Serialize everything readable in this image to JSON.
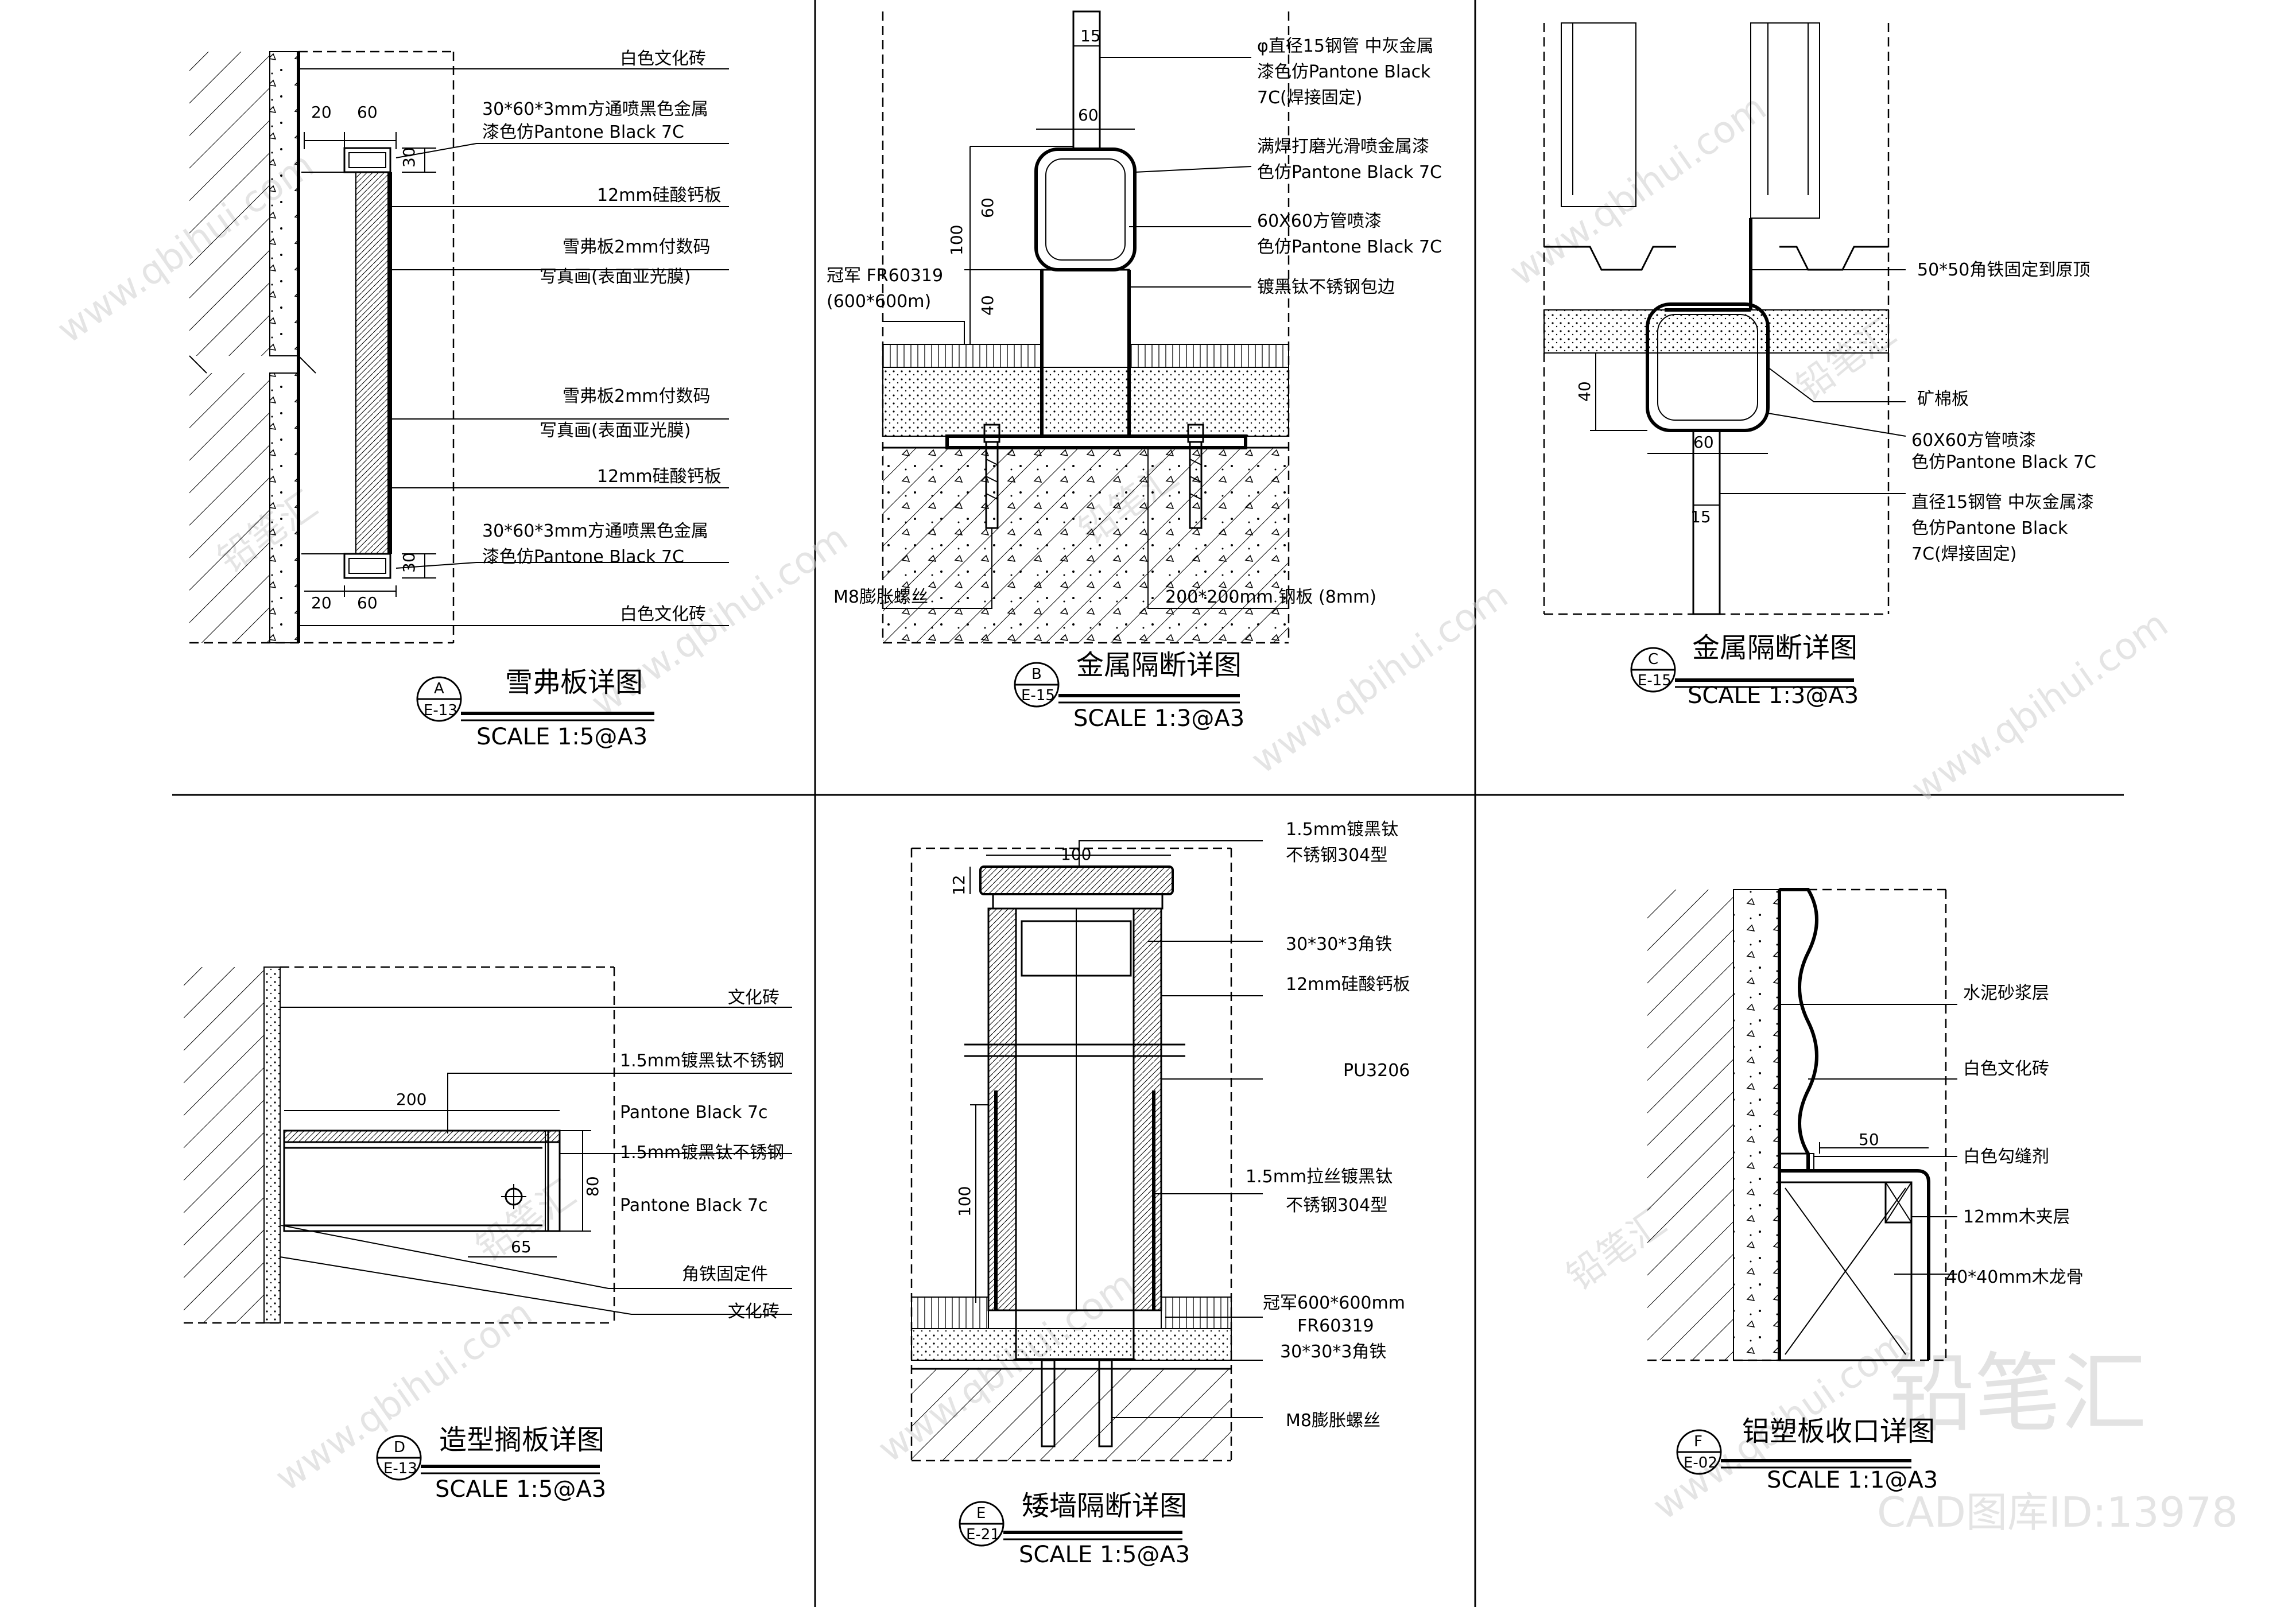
{
  "details": {
    "A": {
      "letter": "A",
      "sheet": "E-13",
      "title": "雪弗板详图",
      "scale": "SCALE 1:5@A3",
      "labels": [
        "白色文化砖",
        "30*60*3mm方通喷黑色金属",
        "漆色仿Pantone Black 7C",
        "12mm硅酸钙板",
        "雪弗板2mm付数码",
        "写真画(表面亚光膜)",
        "雪弗板2mm付数码",
        "写真画(表面亚光膜)",
        "12mm硅酸钙板",
        "30*60*3mm方通喷黑色金属",
        "漆色仿Pantone Black 7C",
        "白色文化砖"
      ],
      "dims": [
        "20",
        "60",
        "30",
        "30",
        "20",
        "60"
      ]
    },
    "B": {
      "letter": "B",
      "sheet": "E-15",
      "title": "金属隔断详图",
      "scale": "SCALE 1:3@A3",
      "labels": [
        "φ直径15钢管 中灰金属",
        "漆色仿Pantone Black",
        "7C(焊接固定)",
        "满焊打磨光滑喷金属漆",
        "色仿Pantone Black 7C",
        "60X60方管喷漆",
        "色仿Pantone Black 7C",
        "镀黑钛不锈钢包边",
        "冠军 FR60319",
        "(600*600m)",
        "M8膨胀螺丝",
        "200*200mm 钢板 (8mm)"
      ],
      "dims": [
        "15",
        "60",
        "100",
        "60",
        "40"
      ]
    },
    "C": {
      "letter": "C",
      "sheet": "E-15",
      "title": "金属隔断详图",
      "scale": "SCALE 1:3@A3",
      "labels": [
        "50*50角铁固定到原顶",
        "矿棉板",
        "60X60方管喷漆",
        "色仿Pantone Black 7C",
        "直径15钢管 中灰金属漆",
        "色仿Pantone Black",
        "7C(焊接固定)"
      ],
      "dims": [
        "40",
        "60",
        "15"
      ]
    },
    "D": {
      "letter": "D",
      "sheet": "E-13",
      "title": "造型搁板详图",
      "scale": "SCALE 1:5@A3",
      "labels": [
        "文化砖",
        "1.5mm镀黑钛不锈钢",
        "Pantone Black 7c",
        "1.5mm镀黑钛不锈钢",
        "Pantone Black 7c",
        "角铁固定件",
        "文化砖"
      ],
      "dims": [
        "200",
        "80",
        "65"
      ]
    },
    "E": {
      "letter": "E",
      "sheet": "E-21",
      "title": "矮墙隔断详图",
      "scale": "SCALE 1:5@A3",
      "labels": [
        "1.5mm镀黑钛",
        "不锈钢304型",
        "30*30*3角铁",
        "12mm硅酸钙板",
        "PU3206",
        "1.5mm拉丝镀黑钛",
        "不锈钢304型",
        "冠军600*600mm",
        "FR60319",
        "30*30*3角铁",
        "M8膨胀螺丝"
      ],
      "dims": [
        "100",
        "12",
        "100"
      ]
    },
    "F": {
      "letter": "F",
      "sheet": "E-02",
      "title": "铝塑板收口详图",
      "scale": "SCALE 1:1@A3",
      "labels": [
        "水泥砂浆层",
        "白色文化砖",
        "白色勾缝剂",
        "12mm木夹层",
        "40*40mm木龙骨"
      ],
      "dims": [
        "50"
      ]
    }
  },
  "watermark": {
    "brand": "铅笔汇",
    "url": "www.qbihui.com",
    "id_text": "CAD图库ID:13978"
  }
}
